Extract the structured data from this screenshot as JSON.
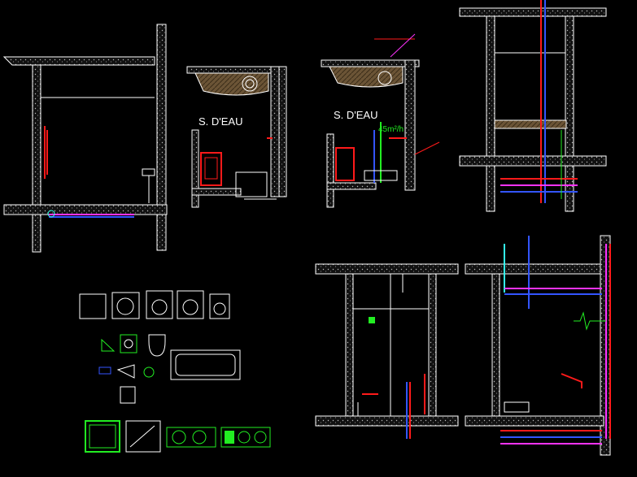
{
  "drawing": {
    "label_left": "S. D'EAU",
    "label_right": "S. D'EAU",
    "elevation_label": "45m²/h"
  },
  "colors": {
    "background": "#000000",
    "line": "#ffffff",
    "red": "#ff1a1a",
    "blue": "#3355ff",
    "magenta": "#ff33ff",
    "green": "#22ee22",
    "cyan": "#33ffee",
    "hatch": "#6b5436"
  },
  "symbols": [
    "washer-icon",
    "dryer-icon",
    "sink-icon",
    "bathtub-icon",
    "shower-tray-icon",
    "double-sink-icon",
    "toilet-icon",
    "bidet-icon"
  ]
}
